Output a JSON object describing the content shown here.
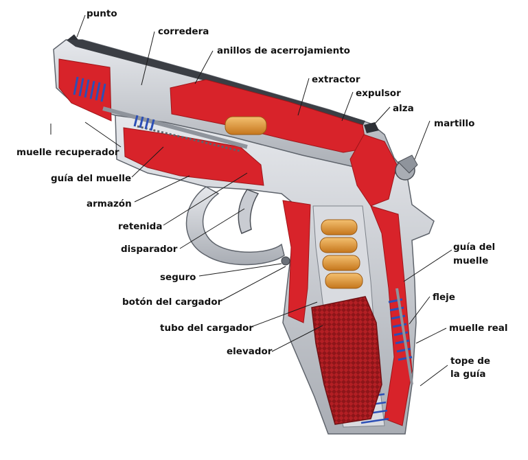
{
  "labels": {
    "punto": "punto",
    "corredera": "corredera",
    "anillos": "anillos de acerrojamiento",
    "extractor": "extractor",
    "expulsor": "expulsor",
    "alza": "alza",
    "martillo": "martillo",
    "muelle_recuperador": "muelle recuperador",
    "guia_muelle_left": "guía del muelle",
    "armazon": "armazón",
    "retenida": "retenida",
    "disparador": "disparador",
    "seguro": "seguro",
    "boton_cargador": "botón del cargador",
    "tubo_cargador": "tubo del cargador",
    "elevador": "elevador",
    "guia_muelle_right_1": "guía del",
    "guia_muelle_right_2": "muelle",
    "fleje": "fleje",
    "muelle_real": "muelle real",
    "tope_1": "tope de",
    "tope_2": "la guía"
  },
  "colors": {
    "steel": "#c9ccd2",
    "steel_dark": "#8f949c",
    "cutaway_red": "#d8232a",
    "red_dark": "#9e1418",
    "cartridge": "#e3962e",
    "spring_blue": "#2c4fb6",
    "grip": "#b31f24"
  }
}
